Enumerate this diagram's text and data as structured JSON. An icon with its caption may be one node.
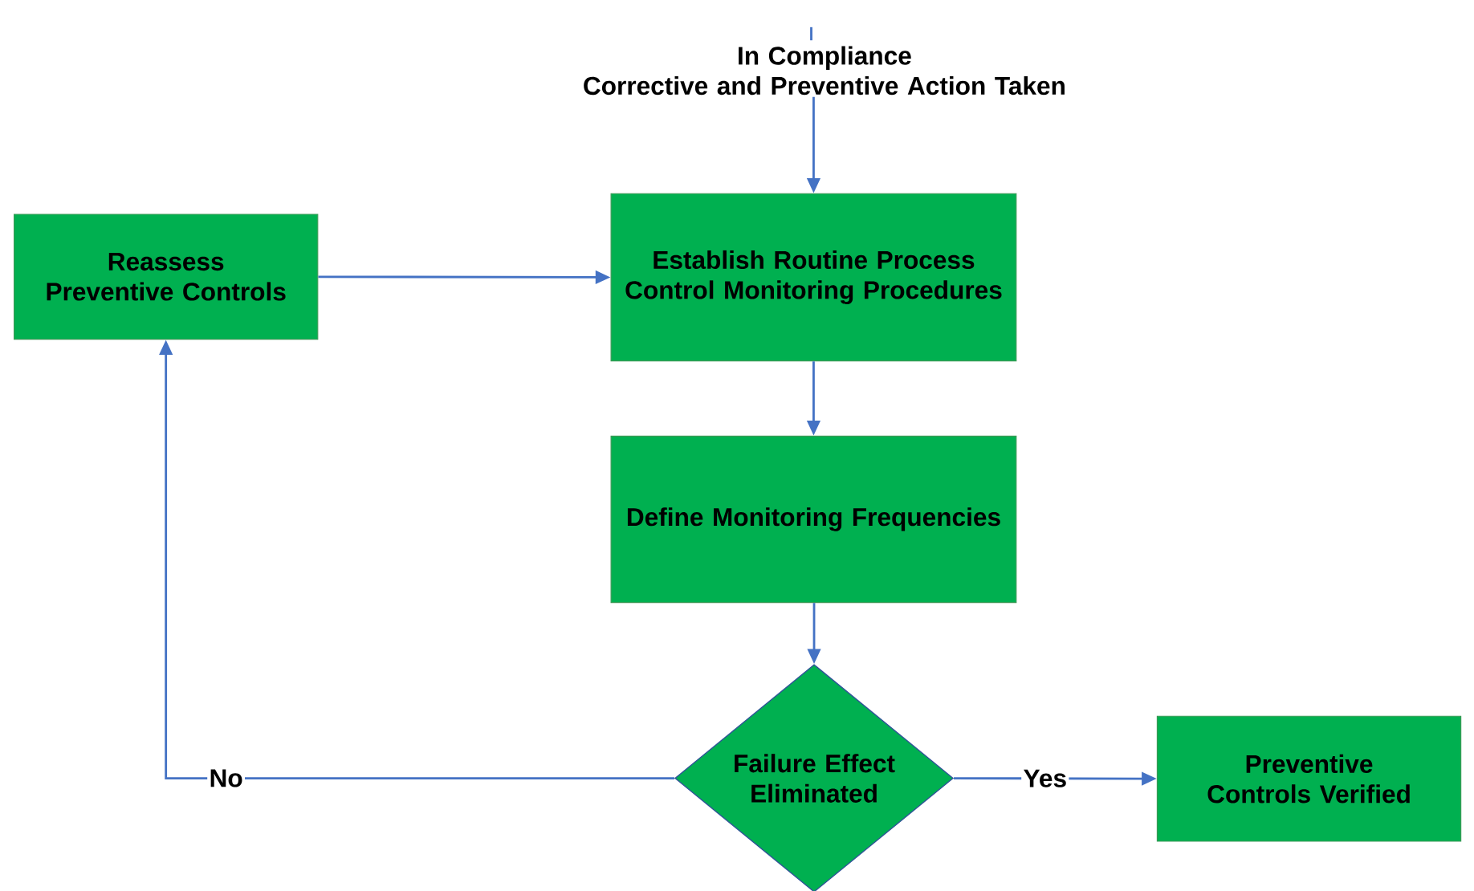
{
  "diagram": {
    "nodes": [
      {
        "text": [
          "In Compliance",
          "Corrective and Preventive Action Taken"
        ]
      },
      {
        "text": [
          "Reassess Preventive Controls"
        ]
      },
      {
        "text": [
          "Establish Routine Process Control Monitoring Procedures"
        ]
      },
      {
        "text": [
          "Define Monitoring Frequencies"
        ]
      },
      {
        "text": [
          "Failure Effect Eliminated"
        ]
      },
      {
        "text": [
          "Preventive Controls Verified"
        ]
      }
    ],
    "edges": [
      {
        "from": null,
        "to": 0,
        "arrow": "none"
      },
      {
        "from": 0,
        "to": 2,
        "arrow": "to"
      },
      {
        "from": 1,
        "to": 2,
        "arrow": "to"
      },
      {
        "from": 2,
        "to": 3,
        "arrow": "to"
      },
      {
        "from": 3,
        "to": 4,
        "arrow": "to"
      },
      {
        "from": 4,
        "to": 1,
        "arrow": "to",
        "label": "No"
      },
      {
        "from": 4,
        "to": 5,
        "arrow": "to",
        "label": "Yes"
      }
    ]
  }
}
